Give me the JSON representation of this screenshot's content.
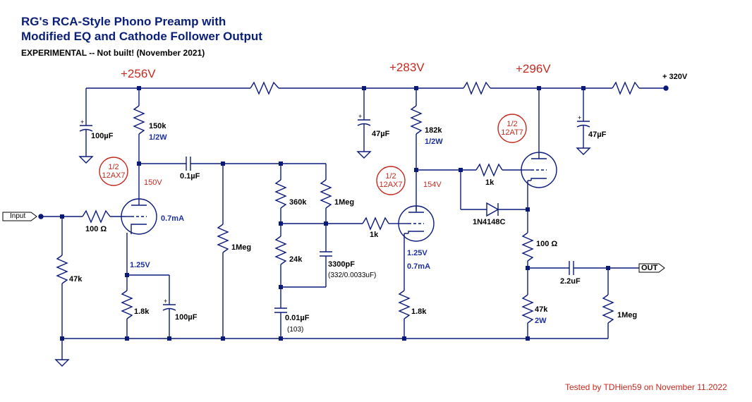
{
  "title": {
    "line1": "RG's RCA-Style Phono Preamp with",
    "line2": "Modified EQ and Cathode Follower Output",
    "note": "EXPERIMENTAL -- Not built!   (November 2021)"
  },
  "rails": {
    "v1": "+256V",
    "v2": "+283V",
    "v3": "+296V",
    "supply": "+ 320V"
  },
  "ports": {
    "input": "Input",
    "output": "OUT"
  },
  "tubes": {
    "v1": {
      "frac": "1/2",
      "type": "12AX7",
      "plate_v": "150V",
      "current": "0.7mA",
      "cathode_v": "1.25V"
    },
    "v2": {
      "frac": "1/2",
      "type": "12AX7",
      "plate_v": "154V",
      "cathode_v": "1.25V",
      "current": "0.7mA"
    },
    "v3": {
      "frac": "1/2",
      "type": "12AT7"
    }
  },
  "components": {
    "c_100uf_top": "100µF",
    "r_150k": "150k",
    "r_150k_w": "1/2W",
    "c_01uf": "0.1µF",
    "r_100_in": "100 Ω",
    "r_47k_in": "47k",
    "r_18k_1": "1.8k",
    "c_100uf_cath": "100µF",
    "r_1meg_1": "1Meg",
    "r_360k": "360k",
    "r_24k": "24k",
    "r_1meg_2": "1Meg",
    "c_3300pf": "3300pF",
    "c_3300pf_code": "(332/0.0033uF)",
    "c_001uf": "0.01µF",
    "c_001uf_code": "(103)",
    "r_1k_grid": "1k",
    "c_47uf_1": "47µF",
    "r_182k": "182k",
    "r_182k_w": "1/2W",
    "r_18k_2": "1.8k",
    "r_1k_cf": "1k",
    "d_1n4148": "1N4148C",
    "r_100_cf": "100 Ω",
    "c_22uf": "2.2uF",
    "r_47k_cf": "47k",
    "r_47k_cf_w": "2W",
    "r_1meg_out": "1Meg",
    "c_47uf_2": "47µF"
  },
  "credit": "Tested by TDHien59 on November 11.2022"
}
